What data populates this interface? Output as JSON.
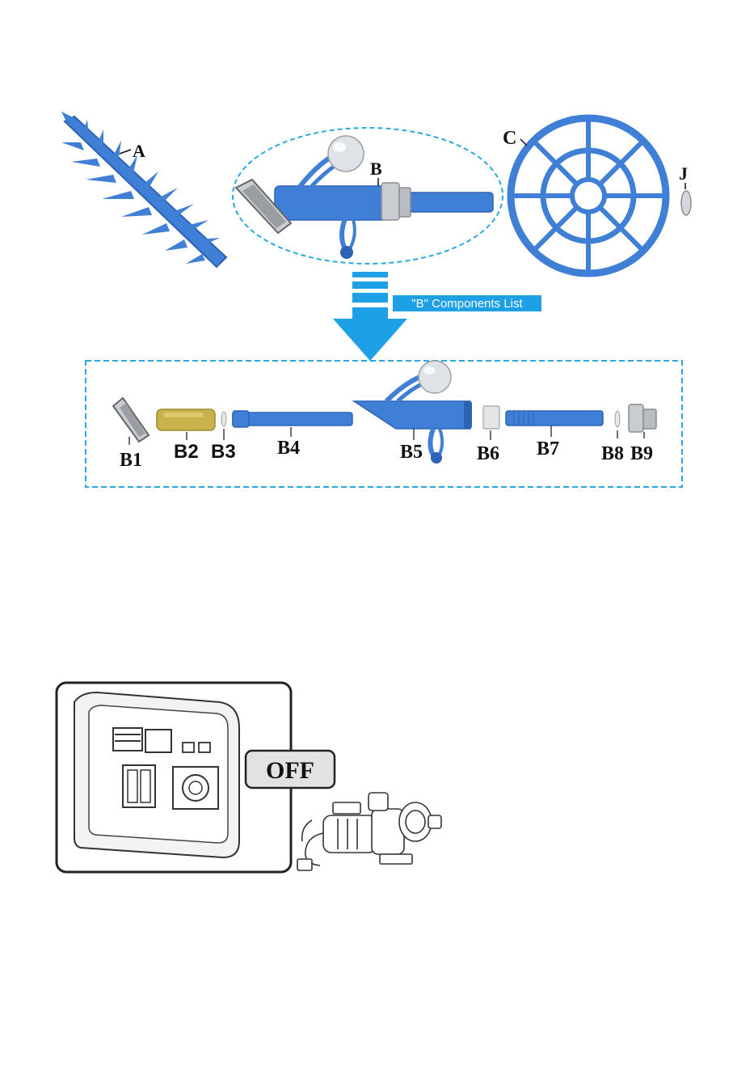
{
  "colors": {
    "part_blue": "#3f7fd6",
    "part_blue_dark": "#2d63b5",
    "dash_blue": "#29a9e0",
    "arrow_blue": "#1ea0e6",
    "yellow": "#c9b24a",
    "grey": "#b9bcc0",
    "panel_outline": "#222222"
  },
  "labels": {
    "A": "A",
    "B": "B",
    "C": "C",
    "J": "J"
  },
  "banner": {
    "text": "\"B\" Components List"
  },
  "components": [
    {
      "id": "B1",
      "label": "B1"
    },
    {
      "id": "B2",
      "label": "B2"
    },
    {
      "id": "B3",
      "label": "B3"
    },
    {
      "id": "B4",
      "label": "B4"
    },
    {
      "id": "B5",
      "label": "B5"
    },
    {
      "id": "B6",
      "label": "B6"
    },
    {
      "id": "B7",
      "label": "B7"
    },
    {
      "id": "B8",
      "label": "B8"
    },
    {
      "id": "B9",
      "label": "B9"
    }
  ],
  "pump_panel": {
    "switch_label": "OFF"
  }
}
